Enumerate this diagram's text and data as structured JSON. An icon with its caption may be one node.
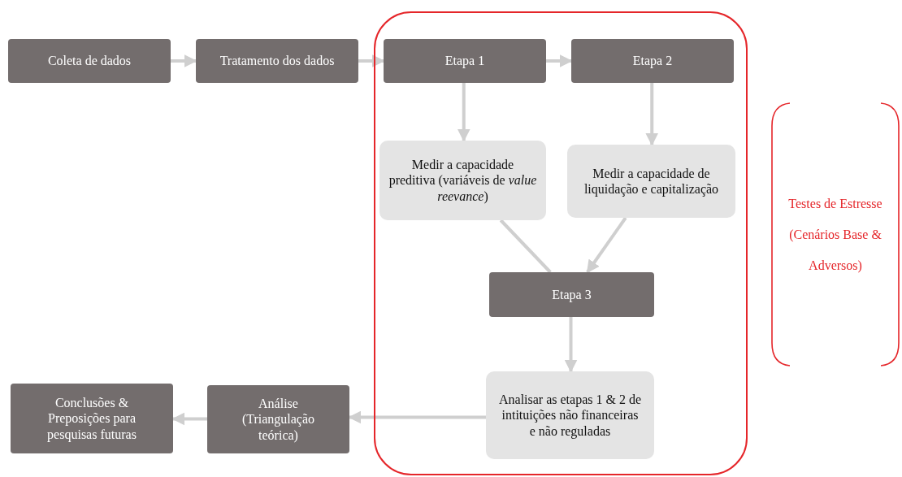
{
  "diagram": {
    "nodes": [
      {
        "text": [
          "Coleta de dados"
        ]
      },
      {
        "text": [
          "Tratamento dos dados"
        ]
      },
      {
        "text": [],
        "shape": "box"
      },
      {
        "text": [
          "Etapa 1"
        ],
        "in": 2
      },
      {
        "text": [
          "Etapa 2"
        ],
        "in": 2
      },
      {
        "text": [
          "Testes de Estresse (Cenários Base & Adversos)"
        ]
      },
      {
        "text": [
          "Medir a capacidade preditiva (variáveis de *value reevance*)"
        ],
        "in": 2
      },
      {
        "text": [
          "Medir a capacidade de liquidação e capitalização"
        ],
        "in": 2
      },
      {
        "text": [
          "Etapa 3"
        ],
        "in": 2
      },
      {
        "text": [
          "Conclusões & Preposições para pesquisas futuras"
        ]
      },
      {
        "text": [
          "Análise (Triangulação teórica)"
        ]
      },
      {
        "text": [
          "Analisar as etapas 1 & 2 de intituições não financeiras e não reguladas"
        ],
        "in": 2
      }
    ],
    "edges": [
      {
        "from": 0,
        "to": 1,
        "arrow": "to"
      },
      {
        "from": 1,
        "to": 3,
        "arrow": "to"
      },
      {
        "from": 3,
        "to": 4,
        "arrow": "to"
      },
      {
        "from": 3,
        "to": 6,
        "arrow": "to"
      },
      {
        "from": 4,
        "to": 7,
        "arrow": "to"
      },
      {
        "from": 6,
        "to": 8,
        "arrow": "none"
      },
      {
        "from": 7,
        "to": 8,
        "arrow": "to"
      },
      {
        "from": 8,
        "to": 11,
        "arrow": "to"
      },
      {
        "from": 11,
        "to": 10,
        "arrow": "to"
      },
      {
        "from": 10,
        "to": 9,
        "arrow": "to"
      }
    ]
  }
}
